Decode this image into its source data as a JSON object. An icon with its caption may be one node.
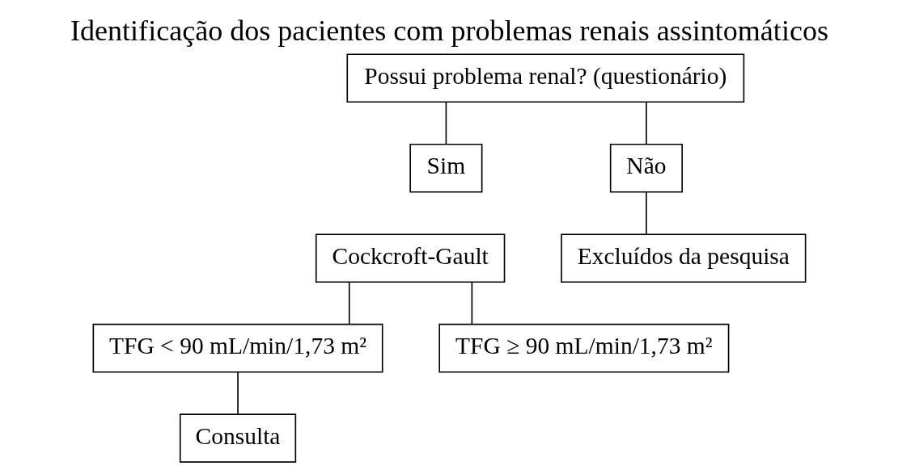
{
  "diagram": {
    "title": "Identificação dos pacientes com problemas renais assintomáticos",
    "nodes": [
      {
        "text": [
          "Possui problema renal? (questionário)"
        ]
      },
      {
        "text": [
          "Sim"
        ]
      },
      {
        "text": [
          "Não"
        ]
      },
      {
        "text": [
          "Cockcroft-Gault"
        ]
      },
      {
        "text": [
          "Excluídos da pesquisa"
        ]
      },
      {
        "text": [
          "TFG < 90 mL/min/1,73 m²"
        ]
      },
      {
        "text": [
          "TFG ≥ 90 mL/min/1,73 m²"
        ]
      },
      {
        "text": [
          "Consulta"
        ]
      }
    ],
    "edges": [
      {
        "from": 0,
        "to": 1,
        "arrow": "none"
      },
      {
        "from": 0,
        "to": 2,
        "arrow": "none"
      },
      {
        "from": 2,
        "to": 4,
        "arrow": "none"
      },
      {
        "from": 3,
        "to": 5,
        "arrow": "none"
      },
      {
        "from": 3,
        "to": 6,
        "arrow": "none"
      },
      {
        "from": 5,
        "to": 7,
        "arrow": "none"
      }
    ]
  }
}
